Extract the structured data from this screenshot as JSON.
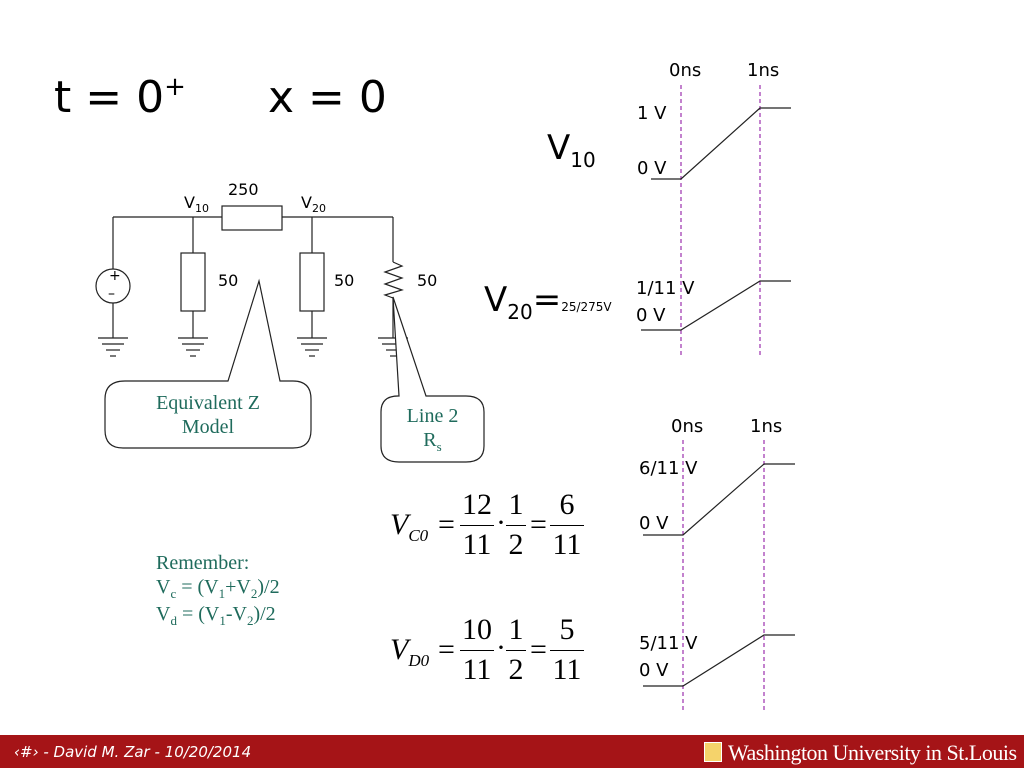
{
  "title": {
    "t_left": "t = 0",
    "t_sup": "+",
    "x_eq": "x = 0"
  },
  "v10_label": {
    "main": "V",
    "sub": "10"
  },
  "v20_label": {
    "main": "V",
    "sub": "20",
    "eq": "=",
    "value": "25/275V"
  },
  "circuit": {
    "resistor_series": "250",
    "r1": "50",
    "r2": "50",
    "r3": "50",
    "node_v10": {
      "main": "V",
      "sub": "10"
    },
    "node_v20": {
      "main": "V",
      "sub": "20"
    },
    "source_plus": "+",
    "source_minus": "–"
  },
  "callouts": {
    "equiv_line1": "Equivalent Z",
    "equiv_line2": "Model",
    "line2_line1": "Line 2",
    "line2_main": "R",
    "line2_sub": "s"
  },
  "waveforms": {
    "top_time_labels": [
      "0ns",
      "1ns"
    ],
    "bottom_time_labels": [
      "0ns",
      "1ns"
    ],
    "w1": {
      "high": "1 V",
      "low": "0 V"
    },
    "w2": {
      "high": "1/11 V",
      "low": "0 V"
    },
    "w3": {
      "high": "6/11 V",
      "low": "0 V"
    },
    "w4": {
      "high": "5/11 V",
      "low": "0 V"
    }
  },
  "equations": {
    "vc0": {
      "var": "V",
      "sub": "C0",
      "n1": "12",
      "d1": "11",
      "n2": "1",
      "d2": "2",
      "n3": "6",
      "d3": "11"
    },
    "vd0": {
      "var": "V",
      "sub": "D0",
      "n1": "10",
      "d1": "11",
      "n2": "1",
      "d2": "2",
      "n3": "5",
      "d3": "11"
    }
  },
  "remember": {
    "head": "Remember:",
    "vc": "V",
    "vc_sub": "c",
    "vc_eq": " = (V",
    "vc_s1": "1",
    "vc_plus": "+V",
    "vc_s2": "2",
    "vc_end": ")/2",
    "vd": "V",
    "vd_sub": "d",
    "vd_eq": " = (V",
    "vd_s1": "1",
    "vd_minus": "-V",
    "vd_s2": "2",
    "vd_end": ")/2"
  },
  "footer": {
    "text": "‹#› - David M. Zar - 10/20/2014",
    "logo": "Washington University in St.Louis"
  },
  "colors": {
    "footer_bg": "#a51417",
    "teal": "#1f6b5c",
    "dashed": "#9b2fae"
  }
}
